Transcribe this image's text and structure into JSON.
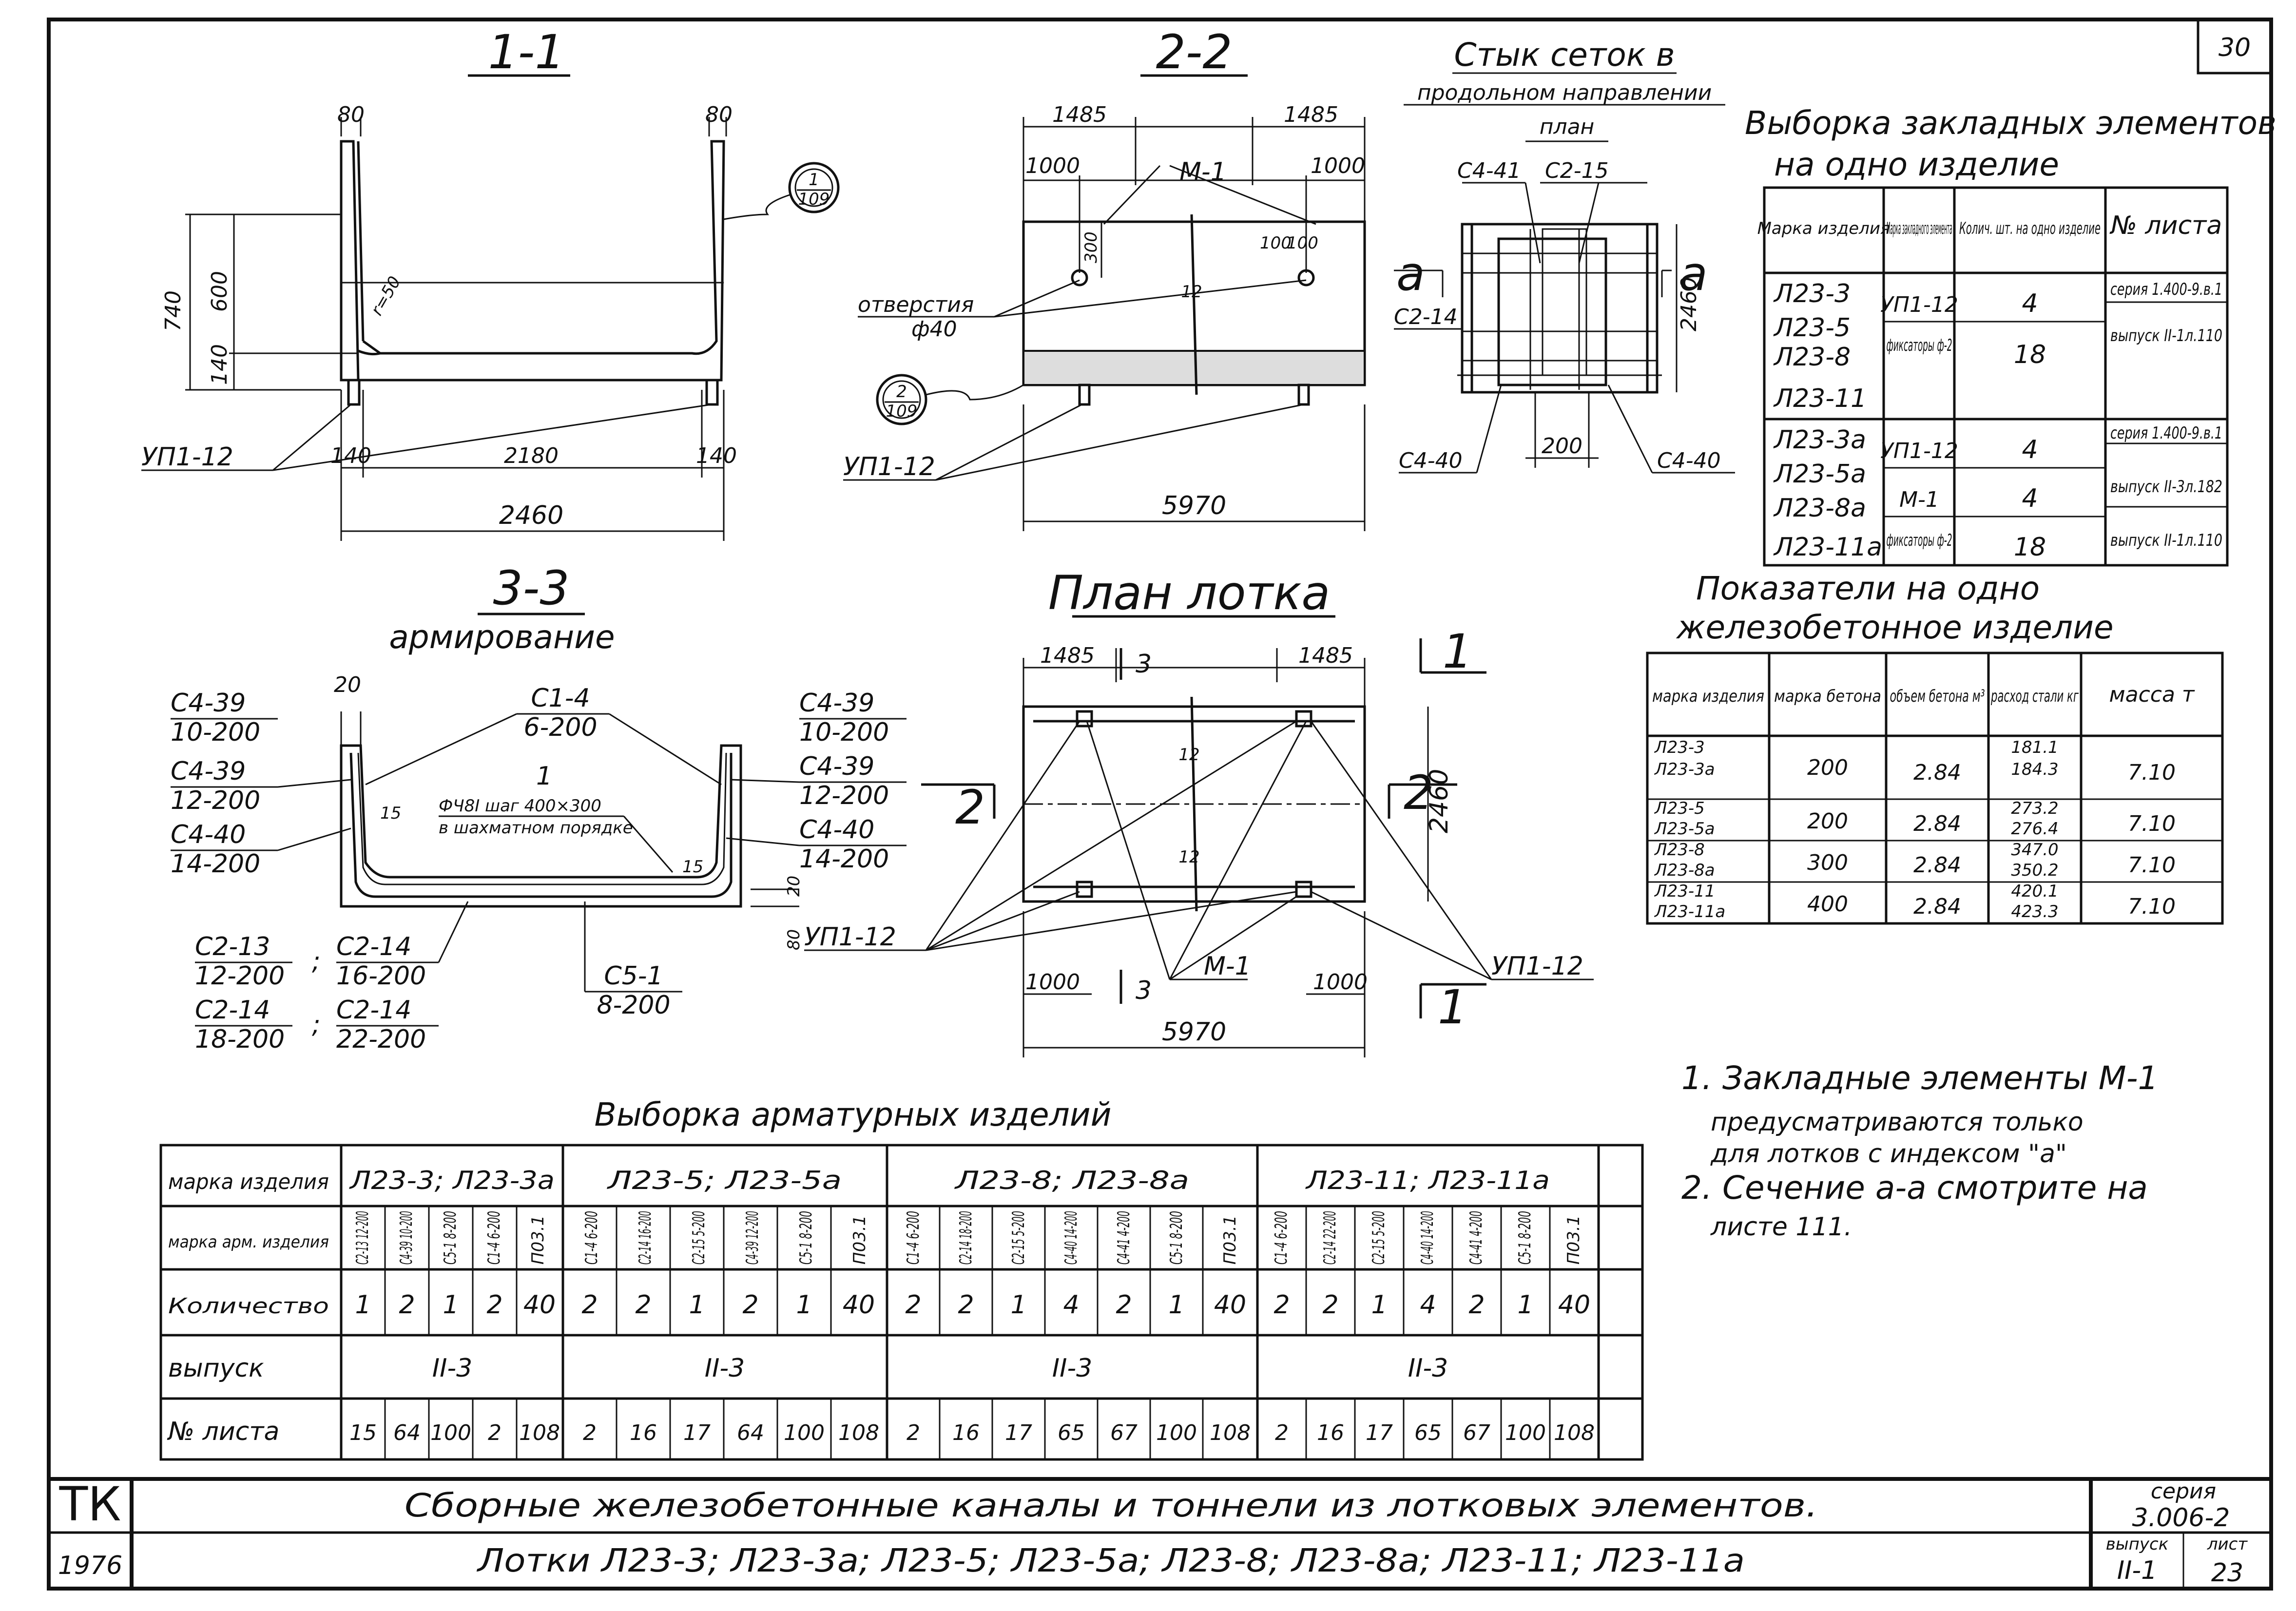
{
  "page_number": "30",
  "sections": {
    "s11": {
      "title": "1-1",
      "dims": {
        "top_left": "80",
        "top_right": "80",
        "h_total": "740",
        "h_upper": "600",
        "h_lower": "140",
        "radius": "r=50",
        "b_left": "140",
        "b_mid": "2180",
        "b_right": "140",
        "width": "2460"
      },
      "label": "УП1-12",
      "ref": {
        "num": "1",
        "sheet": "109"
      }
    },
    "s22": {
      "title": "2-2",
      "dims": {
        "l1": "1485",
        "l2": "1485",
        "l3": "1000",
        "l4": "1000",
        "d300": "300",
        "d100a": "100",
        "d100b": "100",
        "d12": "12",
        "length": "5970"
      },
      "labels": {
        "m1": "М-1",
        "holes": "отверстия",
        "holes_d": "ф40",
        "up": "УП1-12"
      },
      "ref": {
        "num": "2",
        "sheet": "109"
      }
    },
    "s33": {
      "title": "3-3",
      "subtitle": "армирование",
      "left_marks": [
        {
          "top": "С4-39",
          "bottom": "10-200"
        },
        {
          "top": "С4-39",
          "bottom": "12-200"
        },
        {
          "top": "С4-40",
          "bottom": "14-200"
        }
      ],
      "right_marks": [
        {
          "top": "С4-39",
          "bottom": "10-200"
        },
        {
          "top": "С4-39",
          "bottom": "12-200"
        },
        {
          "top": "С4-40",
          "bottom": "14-200"
        }
      ],
      "c14": {
        "top": "С1-4",
        "bottom": "6-200"
      },
      "mesh_num": "1",
      "mesh_note_1": "ФЧ8I шаг 400×300",
      "mesh_note_2": "в шахматном порядке",
      "d20a": "20",
      "d15a": "15",
      "d15b": "15",
      "d20b": "20",
      "d80": "80",
      "bottom_marks": [
        {
          "top": "С2-13",
          "bottom": "12-200",
          "sep": ";"
        },
        {
          "top": "С2-14",
          "bottom": "16-200",
          "sep": ""
        },
        {
          "top": "С2-14",
          "bottom": "18-200",
          "sep": ";"
        },
        {
          "top": "С2-14",
          "bottom": "22-200",
          "sep": ""
        }
      ],
      "c51": {
        "top": "С5-1",
        "bottom": "8-200"
      }
    },
    "joint": {
      "title": "Стык сеток в",
      "title2": "продольном направлении",
      "plan": "план",
      "labels": {
        "c441": "С4-41",
        "c215": "С2-15",
        "c214": "С2-14",
        "c440a": "С4-40",
        "c440b": "С4-40",
        "d200": "200",
        "h2460": "2460",
        "a1": "а",
        "a2": "а"
      }
    },
    "plan": {
      "title": "План лотка",
      "dims": {
        "l1": "1485",
        "l2": "1485",
        "l3": "1000",
        "l4": "1000",
        "w": "2460",
        "length": "5970",
        "d12a": "12",
        "d12b": "12"
      },
      "labels": {
        "s1a": "1",
        "s1b": "1",
        "s2a": "2",
        "s2b": "2",
        "s3a": "3",
        "s3b": "3",
        "m1": "М-1",
        "up_left": "УП1-12",
        "up_right": "УП1-12"
      }
    }
  },
  "embedded": {
    "title_1": "Выборка закладных элементов",
    "title_2": "на одно изделие",
    "headers": [
      "Марка изделия",
      "Марка закладного элемента",
      "Колич. шт. на одно изделие",
      "№ листа"
    ],
    "rows": [
      {
        "marks": [
          "Л23-3",
          "Л23-5",
          "Л23-8",
          "Л23-11"
        ],
        "elements": [
          "УП1-12",
          "фиксаторы ф-2"
        ],
        "counts": [
          "4",
          "18"
        ],
        "sheet": [
          "серия 1.400-9.в.1",
          "выпуск II-1л.110"
        ]
      },
      {
        "marks": [
          "Л23-3а",
          "Л23-5а",
          "Л23-8а",
          "Л23-11а"
        ],
        "elements": [
          "УП1-12",
          "М-1",
          "фиксаторы ф-2"
        ],
        "counts": [
          "4",
          "4",
          "18"
        ],
        "sheet": [
          "серия 1.400-9.в.1",
          "выпуск II-3л.182",
          "выпуск II-1л.110"
        ]
      }
    ]
  },
  "indicators": {
    "title_1": "Показатели на одно",
    "title_2": "железобетонное изделие",
    "headers": [
      "марка изделия",
      "марка бетона",
      "объем бетона м³",
      "расход стали кг",
      "масса т"
    ],
    "rows": [
      {
        "m1": "Л23-3",
        "m2": "Л23-3а",
        "concrete": "200",
        "volume": "2.84",
        "s1": "181.1",
        "s2": "184.3",
        "mass": "7.10"
      },
      {
        "m1": "Л23-5",
        "m2": "Л23-5а",
        "concrete": "200",
        "volume": "2.84",
        "s1": "273.2",
        "s2": "276.4",
        "mass": "7.10"
      },
      {
        "m1": "Л23-8",
        "m2": "Л23-8а",
        "concrete": "300",
        "volume": "2.84",
        "s1": "347.0",
        "s2": "350.2",
        "mass": "7.10"
      },
      {
        "m1": "Л23-11",
        "m2": "Л23-11а",
        "concrete": "400",
        "volume": "2.84",
        "s1": "420.1",
        "s2": "423.3",
        "mass": "7.10"
      }
    ]
  },
  "notes": [
    "1. Закладные элементы М-1",
    "предусматриваются только",
    "для лотков с индексом \"а\"",
    "2. Сечение а-а смотрите на",
    "листе 111."
  ],
  "rebar": {
    "title": "Выборка арматурных изделий",
    "row_labels": {
      "mark": "марка изделия",
      "arm": "марка арм. изделия",
      "qty": "Количество",
      "issue": "выпуск",
      "sheet": "№ листа"
    },
    "groups": [
      {
        "mark": "Л23-3; Л23-3а",
        "items": [
          "С2-13 12-200",
          "С4-39 10-200",
          "С5-1 8-200",
          "С1-4 6-200",
          "П03.1"
        ],
        "qty": [
          "1",
          "2",
          "1",
          "2",
          "40"
        ],
        "issue": "II-3",
        "sheets": [
          "15",
          "64",
          "100",
          "2",
          "108"
        ]
      },
      {
        "mark": "Л23-5; Л23-5а",
        "items": [
          "С1-4 6-200",
          "С2-14 16-200",
          "С2-15 5-200",
          "С4-39 12-200",
          "С5-1 8-200",
          "П03.1"
        ],
        "qty": [
          "2",
          "2",
          "1",
          "2",
          "1",
          "40"
        ],
        "issue": "II-3",
        "sheets": [
          "2",
          "16",
          "17",
          "64",
          "100",
          "108"
        ]
      },
      {
        "mark": "Л23-8; Л23-8а",
        "items": [
          "С1-4 6-200",
          "С2-14 18-200",
          "С2-15 5-200",
          "С4-40 14-200",
          "С4-41 4-200",
          "С5-1 8-200",
          "П03.1"
        ],
        "qty": [
          "2",
          "2",
          "1",
          "4",
          "2",
          "1",
          "40"
        ],
        "issue": "II-3",
        "sheets": [
          "2",
          "16",
          "17",
          "65",
          "67",
          "100",
          "108"
        ]
      },
      {
        "mark": "Л23-11; Л23-11а",
        "items": [
          "С1-4 6-200",
          "С2-14 22-200",
          "С2-15 5-200",
          "С4-40 14-200",
          "С4-41 4-200",
          "С5-1 8-200",
          "П03.1"
        ],
        "qty": [
          "2",
          "2",
          "1",
          "4",
          "2",
          "1",
          "40"
        ],
        "issue": "II-3",
        "sheets": [
          "2",
          "16",
          "17",
          "65",
          "67",
          "100",
          "108"
        ]
      }
    ]
  },
  "title_block": {
    "tk": "ТК",
    "year": "1976",
    "line1": "Сборные железобетонные каналы и тоннели из лотковых элементов.",
    "line2": "Лотки Л23-3; Л23-3а; Л23-5; Л23-5а; Л23-8; Л23-8а; Л23-11; Л23-11а",
    "series_label": "серия",
    "series": "3.006-2",
    "issue_label": "выпуск",
    "issue": "II-1",
    "sheet_label": "лист",
    "sheet": "23"
  }
}
